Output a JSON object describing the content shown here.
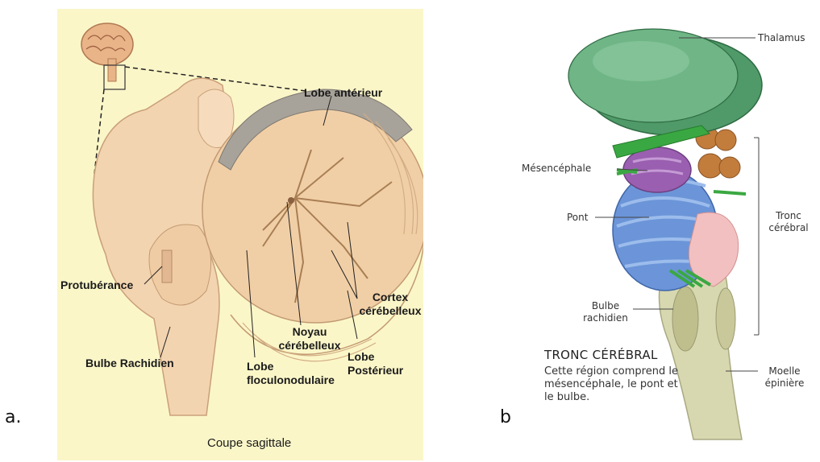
{
  "panel_a": {
    "letter": "a.",
    "labels": {
      "lobe_anterieur": "Lobe antérieur",
      "protuberance": "Protubérance",
      "bulbe_rachidien": "Bulbe Rachidien",
      "cortex": "Cortex cérébelleux",
      "noyau": "Noyau cérébelleux",
      "lobe_posterieur": "Lobe Postérieur",
      "lobe_floculo": "Lobe floculonodulaire",
      "coupe": "Coupe sagittale"
    },
    "colors": {
      "background": "#fbf6c8",
      "tissue": "#f1cfa6",
      "anterior_lobe": "#a8a39a"
    }
  },
  "panel_b": {
    "letter": "b.",
    "labels": {
      "thalamus": "Thalamus",
      "mesencephale": "Mésencéphale",
      "pont": "Pont",
      "tronc": "Tronc cérébral",
      "bulbe": "Bulbe rachidien",
      "moelle": "Moelle épinière"
    },
    "title": "TRONC CÉRÉBRAL",
    "caption": "Cette région comprend le mésencéphale, le pont et le bulbe.",
    "colors": {
      "thalamus": "#4f9a68",
      "mesencephale": "#9a5fb0",
      "pont": "#6b95d8",
      "bulbe": "#d8d8b0",
      "accent": "#3aa842"
    }
  }
}
